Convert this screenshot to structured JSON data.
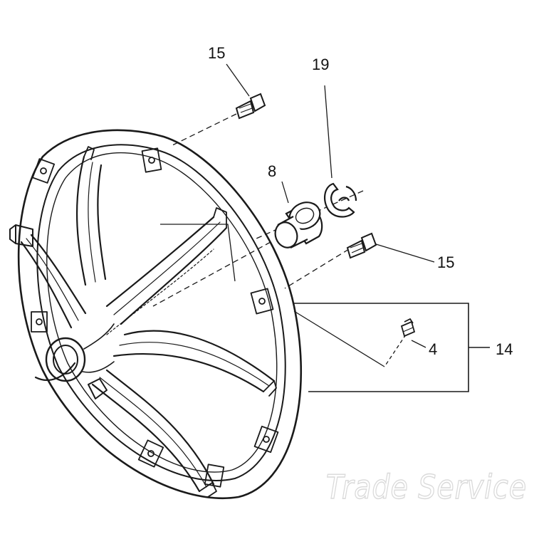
{
  "callouts": {
    "screw_top": "15",
    "clip": "19",
    "bushing": "8",
    "screw_right": "15",
    "fitting": "4",
    "assembly": "14"
  },
  "watermark": "Trade Service",
  "colors": {
    "ink": "#1a1a1a",
    "watermark": "#d9d9d9",
    "background": "#ffffff"
  }
}
